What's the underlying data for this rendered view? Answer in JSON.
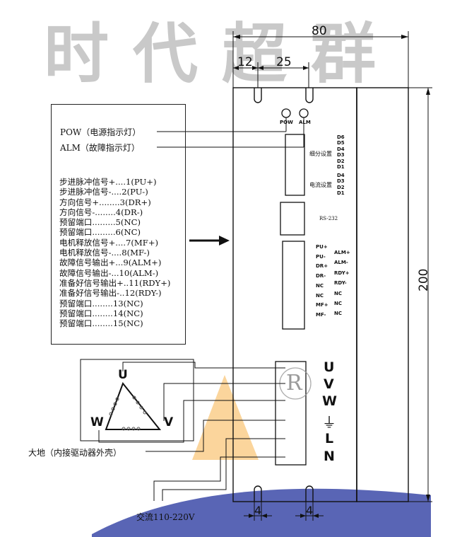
{
  "watermark": "时代超群",
  "dimensions": {
    "width": "80",
    "left_offset": "12",
    "hole_spacing": "25",
    "height": "200",
    "slot_left": "4",
    "slot_right": "4"
  },
  "indicators": {
    "pow_label": "POW",
    "alm_label": "ALM"
  },
  "callouts": {
    "pow": "POW（电源指示灯）",
    "alm": "ALM（故障指示灯）"
  },
  "dip_subdiv": {
    "label": "细分设置",
    "switches": [
      "D6",
      "D5",
      "D4",
      "D3",
      "D2",
      "D1"
    ]
  },
  "dip_current": {
    "label": "电流设置",
    "switches": [
      "D4",
      "D3",
      "D2",
      "D1"
    ]
  },
  "rs232": "RS-232",
  "signal_left": [
    "PU+",
    "PU-",
    "DR+",
    "DR-",
    "NC",
    "NC",
    "MF+",
    "MF-"
  ],
  "signal_right": [
    "ALM+",
    "ALM-",
    "RDY+",
    "RDY-",
    "NC",
    "NC",
    "NC"
  ],
  "pin_list": [
    "步进脉冲信号+....1(PU+)",
    "步进脉冲信号-....2(PU-)",
    "方向信号+........3(DR+)",
    "方向信号-........4(DR-)",
    "预留端口.........5(NC)",
    "预留端口.........6(NC)",
    "电机释放信号+....7(MF+)",
    "电机释放信号-....8(MF-)",
    "故障信号输出+...9(ALM+)",
    "故障信号输出-...10(ALM-)",
    "准备好信号输出+..11(RDY+)",
    "准备好信号输出-..12(RDY-)",
    "预留端口........13(NC)",
    "预留端口........14(NC)",
    "预留端口........15(NC)"
  ],
  "power_terminals": [
    "U",
    "V",
    "W",
    "L",
    "N"
  ],
  "ground_symbol": "⏚",
  "registered_mark": "R",
  "motor": {
    "u": "U",
    "v": "V",
    "w": "W"
  },
  "ground_note": "大地（内接驱动器外壳）",
  "ac_note": "交流110-220V",
  "colors": {
    "line": "#111111",
    "watermark": "#c8c8c8",
    "logo_orange": "#f7b24a",
    "logo_blue": "#3c4aa8"
  }
}
